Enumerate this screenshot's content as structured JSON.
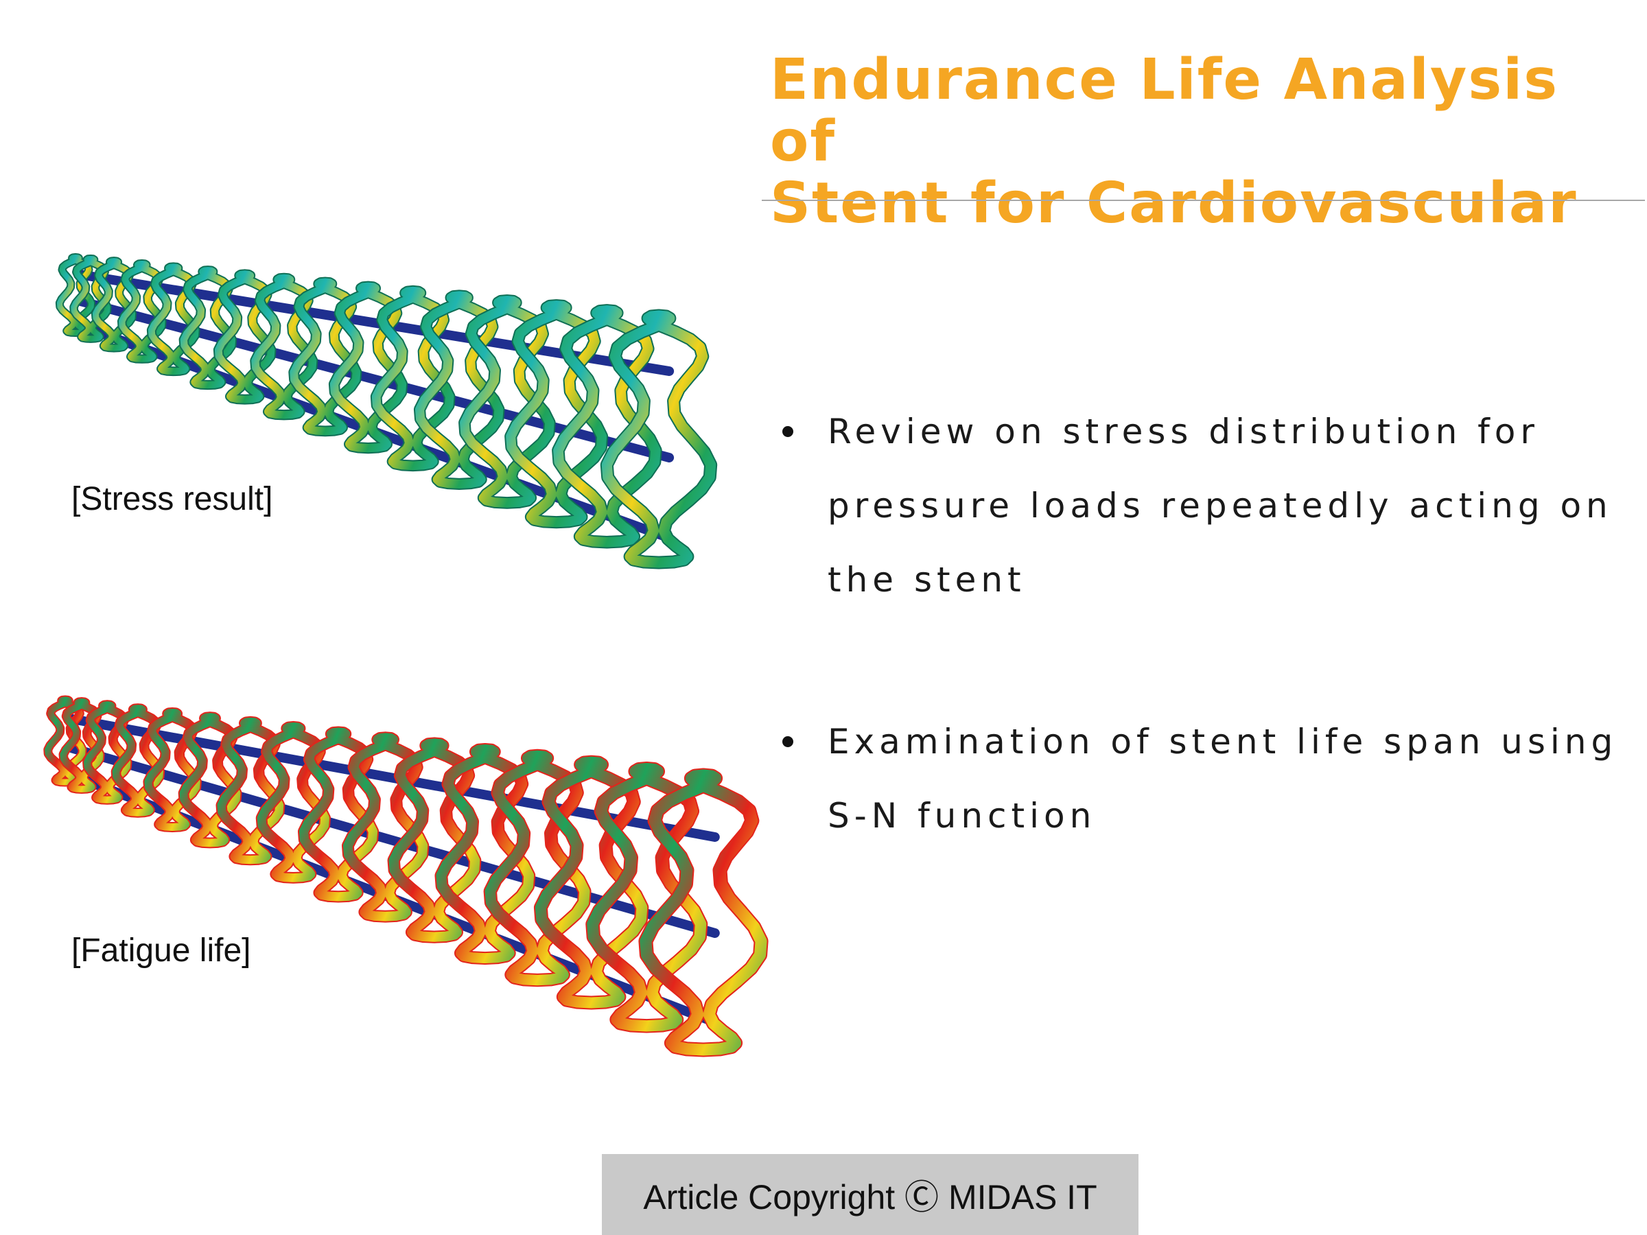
{
  "colors": {
    "title": "#F5A623",
    "footer_bg": "#C9C9C9",
    "stent_frame": "#1F2F8F",
    "stent_green": "#1FA35A",
    "stent_red": "#E3241B",
    "stent_yellow": "#F2D21B",
    "stent_cyan": "#20B5B0"
  },
  "title": "Endurance Life Analysis of\nStent for Cardiovascular",
  "images": [
    {
      "caption": "[Stress result]",
      "icon": "stent-stress-image"
    },
    {
      "caption": "[Fatigue life]",
      "icon": "stent-fatigue-image"
    }
  ],
  "bullets": [
    "Review on stress distribution for pressure loads  repeatedly acting on the stent",
    "Examination of stent life span using S-N function"
  ],
  "footer": "Article Copyright Ⓒ MIDAS IT"
}
